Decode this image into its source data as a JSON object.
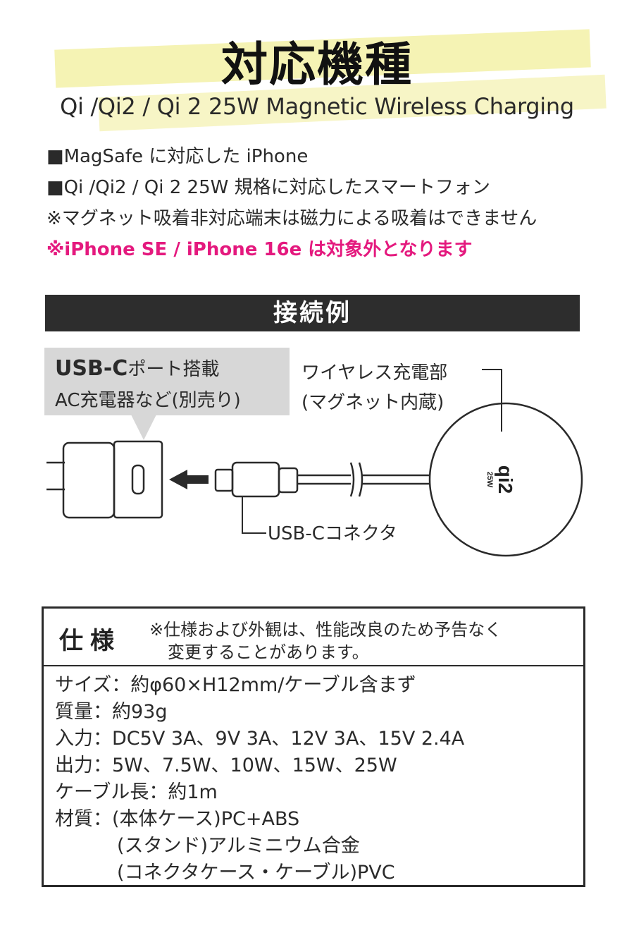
{
  "header": {
    "title": "対応機種",
    "subtitle": "Qi /Qi2 / Qi 2 25W Magnetic Wireless Charging"
  },
  "compat": {
    "lines": [
      "■MagSafe に対応した iPhone",
      "■Qi /Qi2 / Qi 2 25W 規格に対応したスマートフォン",
      "※マグネット吸着非対応端末は磁力による吸着はできません",
      "※iPhone SE / iPhone 16e は対象外となります"
    ]
  },
  "connection": {
    "bar_title": "接続例",
    "adapter_callout": {
      "bold": "USB-C",
      "line1_rest": "ポート搭載",
      "line2": "AC充電器など(別売り)"
    },
    "wireless_label": {
      "line1": "ワイヤレス充電部",
      "line2": "(マグネット内蔵)"
    },
    "connector_label": "USB-Cコネクタ",
    "logo_text": "qi2",
    "logo_sub": "25W"
  },
  "spec": {
    "title": "仕様",
    "note_line1": "※仕様および外観は、性能改良のため予告なく",
    "note_line2": "変更することがあります。",
    "rows": [
      "サイズ：約φ60×H12mm/ケーブル含まず",
      "質量：約93g",
      "入力：DC5V 3A、9V 3A、12V 3A、15V 2.4A",
      "出力：5W、7.5W、10W、15W、25W",
      "ケーブル長：約1m",
      "材質：(本体ケース)PC+ABS"
    ],
    "material_extra": [
      "(スタンド)アルミニウム合金",
      "(コネクタケース・ケーブル)PVC"
    ]
  },
  "colors": {
    "accent_pink": "#e4197e",
    "highlight_yellow": "#f5f3b4",
    "bar_dark": "#2d2d2d",
    "callout_gray": "#d7d7d7"
  }
}
